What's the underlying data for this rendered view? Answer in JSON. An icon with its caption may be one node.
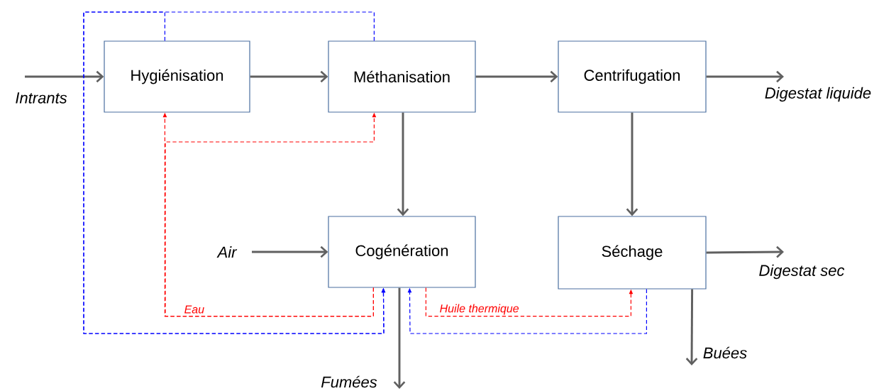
{
  "diagram": {
    "nodes": [
      {
        "text": [
          "Hygiénisation"
        ]
      },
      {
        "text": [
          "Méthanisation"
        ]
      },
      {
        "text": [
          "Centrifugation"
        ]
      },
      {
        "text": [
          "Cogénération"
        ]
      },
      {
        "text": [
          "Séchage"
        ]
      },
      {
        "text": [
          "Intrants"
        ]
      },
      {
        "text": [
          "Digestat liquide"
        ]
      },
      {
        "text": [
          "Air"
        ]
      },
      {
        "text": [
          "Digestat sec"
        ]
      },
      {
        "text": [
          "Fumées"
        ]
      },
      {
        "text": [
          "Buées"
        ]
      }
    ],
    "edges": [
      {
        "from": 5,
        "to": 0,
        "arrow": "to"
      },
      {
        "from": 0,
        "to": 1,
        "arrow": "to"
      },
      {
        "from": 1,
        "to": 2,
        "arrow": "to"
      },
      {
        "from": 2,
        "to": 6,
        "arrow": "to"
      },
      {
        "from": 1,
        "to": 3,
        "arrow": "to"
      },
      {
        "from": 2,
        "to": 4,
        "arrow": "to"
      },
      {
        "from": 7,
        "to": 3,
        "arrow": "to"
      },
      {
        "from": 4,
        "to": 8,
        "arrow": "to"
      },
      {
        "from": 3,
        "to": 9,
        "arrow": "to"
      },
      {
        "from": 4,
        "to": 10,
        "arrow": "to"
      },
      {
        "from": 3,
        "to": 0,
        "arrow": "to",
        "label": "Eau",
        "style": "dashed",
        "color": "#ff0000"
      },
      {
        "from": 3,
        "to": 1,
        "arrow": "to",
        "style": "dashed",
        "color": "#ff0000"
      },
      {
        "from": 3,
        "to": 4,
        "arrow": "to",
        "label": "Huile thermique",
        "style": "dashed",
        "color": "#ff0000"
      },
      {
        "from": 0,
        "to": 3,
        "arrow": "to",
        "style": "dashed",
        "color": "#0000ff"
      },
      {
        "from": 1,
        "to": 3,
        "arrow": "to",
        "style": "dashed",
        "color": "#0000ff"
      },
      {
        "from": 4,
        "to": 3,
        "arrow": "to",
        "style": "dashed",
        "color": "#0000ff"
      }
    ]
  }
}
